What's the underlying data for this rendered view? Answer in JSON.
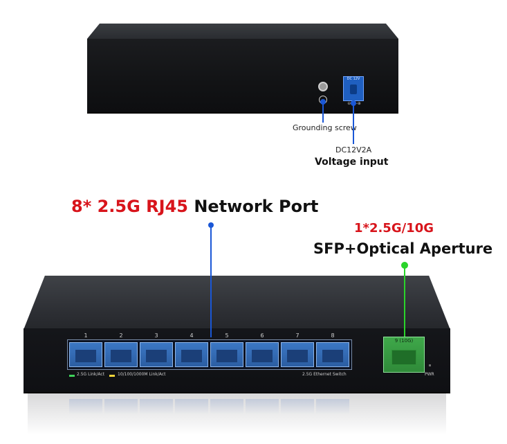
{
  "rear": {
    "ground_label": "Grounding screw",
    "dc_label": "DC12V2A",
    "voltage_label": "Voltage input",
    "jack_text": "DC 12V",
    "polarity": "⊖-◐-⊕",
    "callout_color": "#1a57d6"
  },
  "front": {
    "headline_count": "8* 2.5G RJ45",
    "headline_text": "Network Port",
    "sfp_title_line1": "1*2.5G/10G",
    "sfp_title_line2": "SFP+Optical Aperture",
    "port_numbers": [
      "1",
      "2",
      "3",
      "4",
      "5",
      "6",
      "7",
      "8"
    ],
    "legend_25g": "2.5G Link/Act",
    "legend_1000m": "10/100/1000M Link/Act",
    "switch_label": "2.5G Ethernet Switch",
    "sfp_port_label": "9 (10G)",
    "pwr_label": "PWR",
    "accent_red": "#d8141b",
    "accent_green": "#2ad42a"
  }
}
